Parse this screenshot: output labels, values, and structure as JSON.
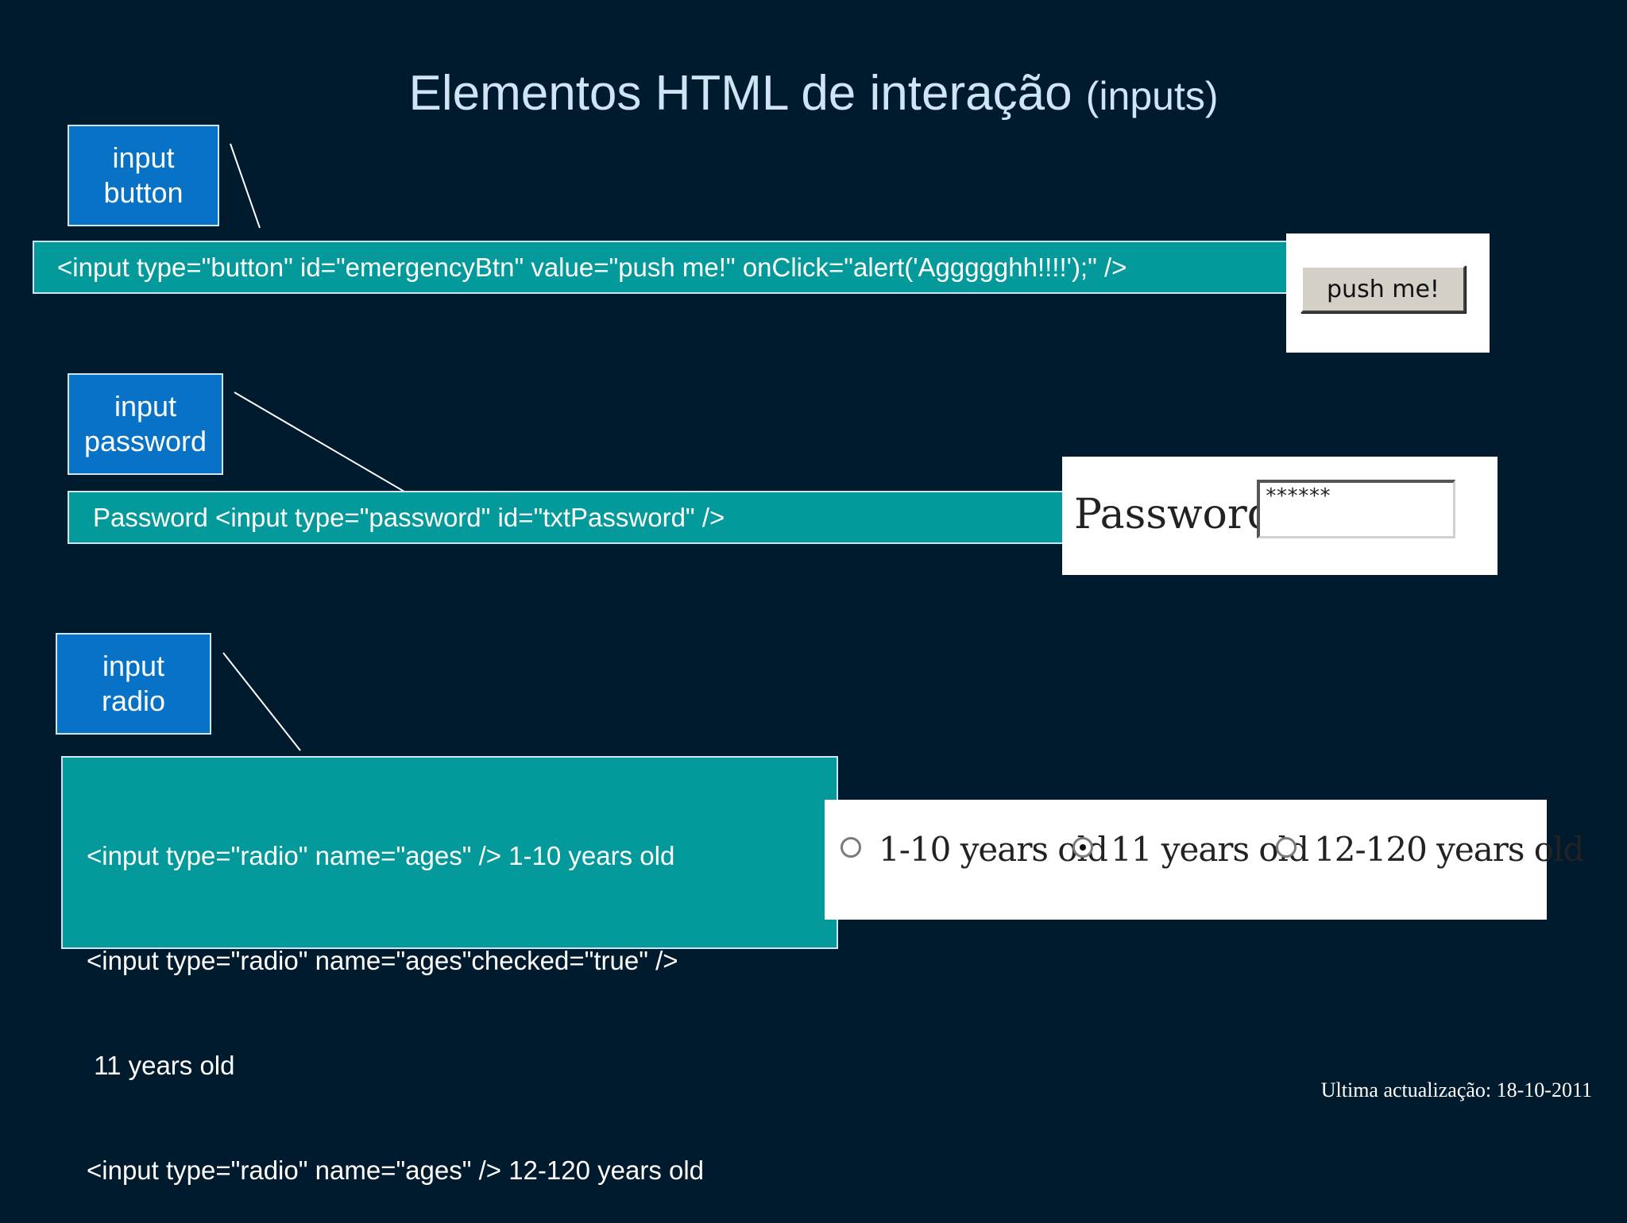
{
  "title": {
    "main": "Elementos HTML de interação",
    "sub": "(inputs)"
  },
  "sections": {
    "button": {
      "label_line1": "input",
      "label_line2": "button",
      "code": "<input type=\"button\" id=\"emergencyBtn\" value=\"push me!\" onClick=\"alert('Aggggghh!!!!');\" />",
      "demo_button_label": "push me!"
    },
    "password": {
      "label_line1": "input",
      "label_line2": "password",
      "code": "Password <input type=\"password\" id=\"txtPassword\" />",
      "demo_label": "Password",
      "demo_value": "******"
    },
    "radio": {
      "label_line1": "input",
      "label_line2": "radio",
      "code_lines": [
        "<input type=\"radio\" name=\"ages\" /> 1-10 years old",
        "<input type=\"radio\" name=\"ages\"checked=\"true\" />",
        " 11 years old",
        "<input type=\"radio\" name=\"ages\" /> 12-120 years old"
      ],
      "options": [
        {
          "label": "1-10 years old",
          "checked": false
        },
        {
          "label": "11 years old",
          "checked": true
        },
        {
          "label": "12-120 years old",
          "checked": false
        }
      ]
    }
  },
  "footer": "Ultima actualização: 18-10-2011"
}
